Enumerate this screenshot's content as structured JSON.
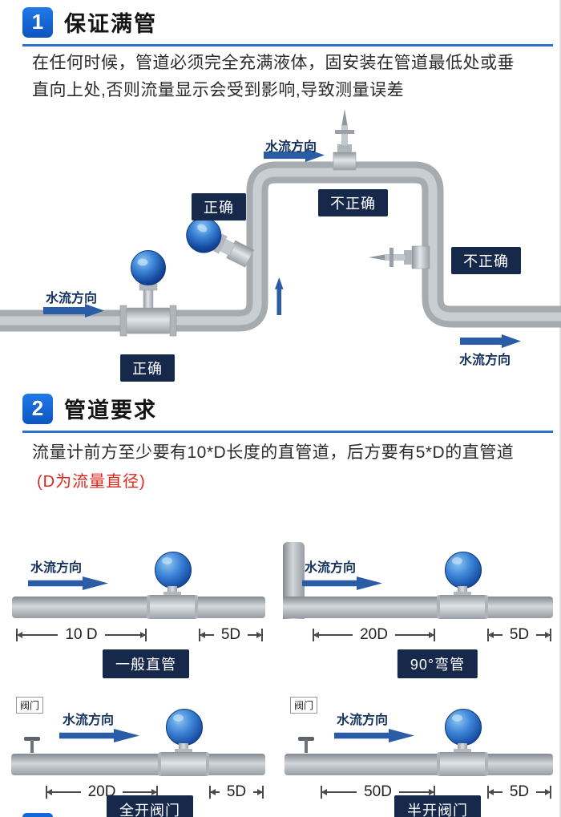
{
  "colors": {
    "accent_blue": "#1566d6",
    "underline_blue": "#2d72cc",
    "navy_badge": "#16294b",
    "arrow_blue": "#2b5da6",
    "flow_text_blue": "#14315e",
    "note_red": "#e1251b",
    "pipe_gray": "#a6abb0",
    "meter_blue": "#14489e"
  },
  "section1": {
    "number": "1",
    "title": "保证满管",
    "body_lines": [
      "在任何时候，管道必须完全充满液体，固安装在管道最低处或垂",
      "直向上处,否则流量显示会受到影响,导致测量误差"
    ],
    "flow_label": "水流方向",
    "correct_label": "正确",
    "incorrect_label": "不正确"
  },
  "section2": {
    "number": "2",
    "title": "管道要求",
    "body": "流量计前方至少要有10*D长度的直管道，后方要有5*D的直管道",
    "note": "(D为流量直径)",
    "flow_label": "水流方向",
    "valve_label": "阀门",
    "diagrams": [
      {
        "dim_front": "10 D",
        "dim_back": "5D",
        "caption": "一般直管"
      },
      {
        "dim_front": "20D",
        "dim_back": "5D",
        "caption": "90°弯管"
      },
      {
        "dim_front": "20D",
        "dim_back": "5D",
        "caption": "全开阀门"
      },
      {
        "dim_front": "50D",
        "dim_back": "5D",
        "caption": "半开阀门"
      }
    ]
  }
}
